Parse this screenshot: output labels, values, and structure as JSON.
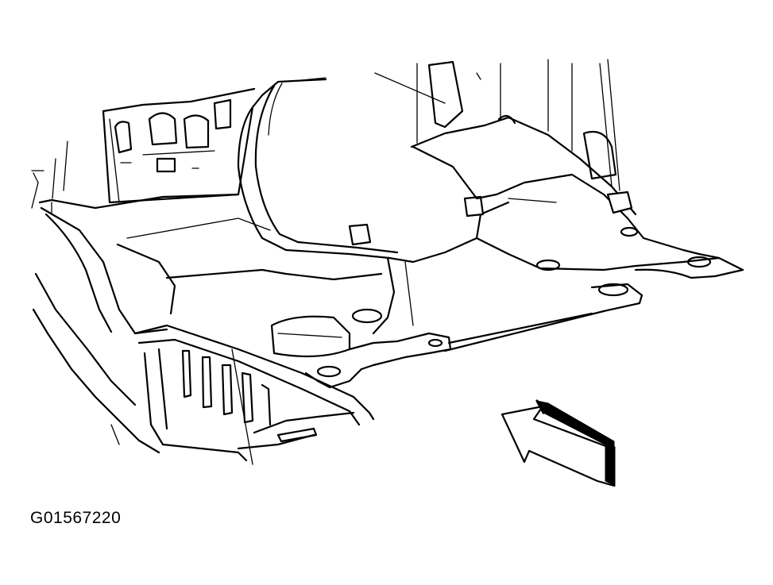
{
  "figure": {
    "id_label": "G01567220",
    "style": "black line art on white background",
    "arrow_icon": "view-direction-arrow"
  }
}
